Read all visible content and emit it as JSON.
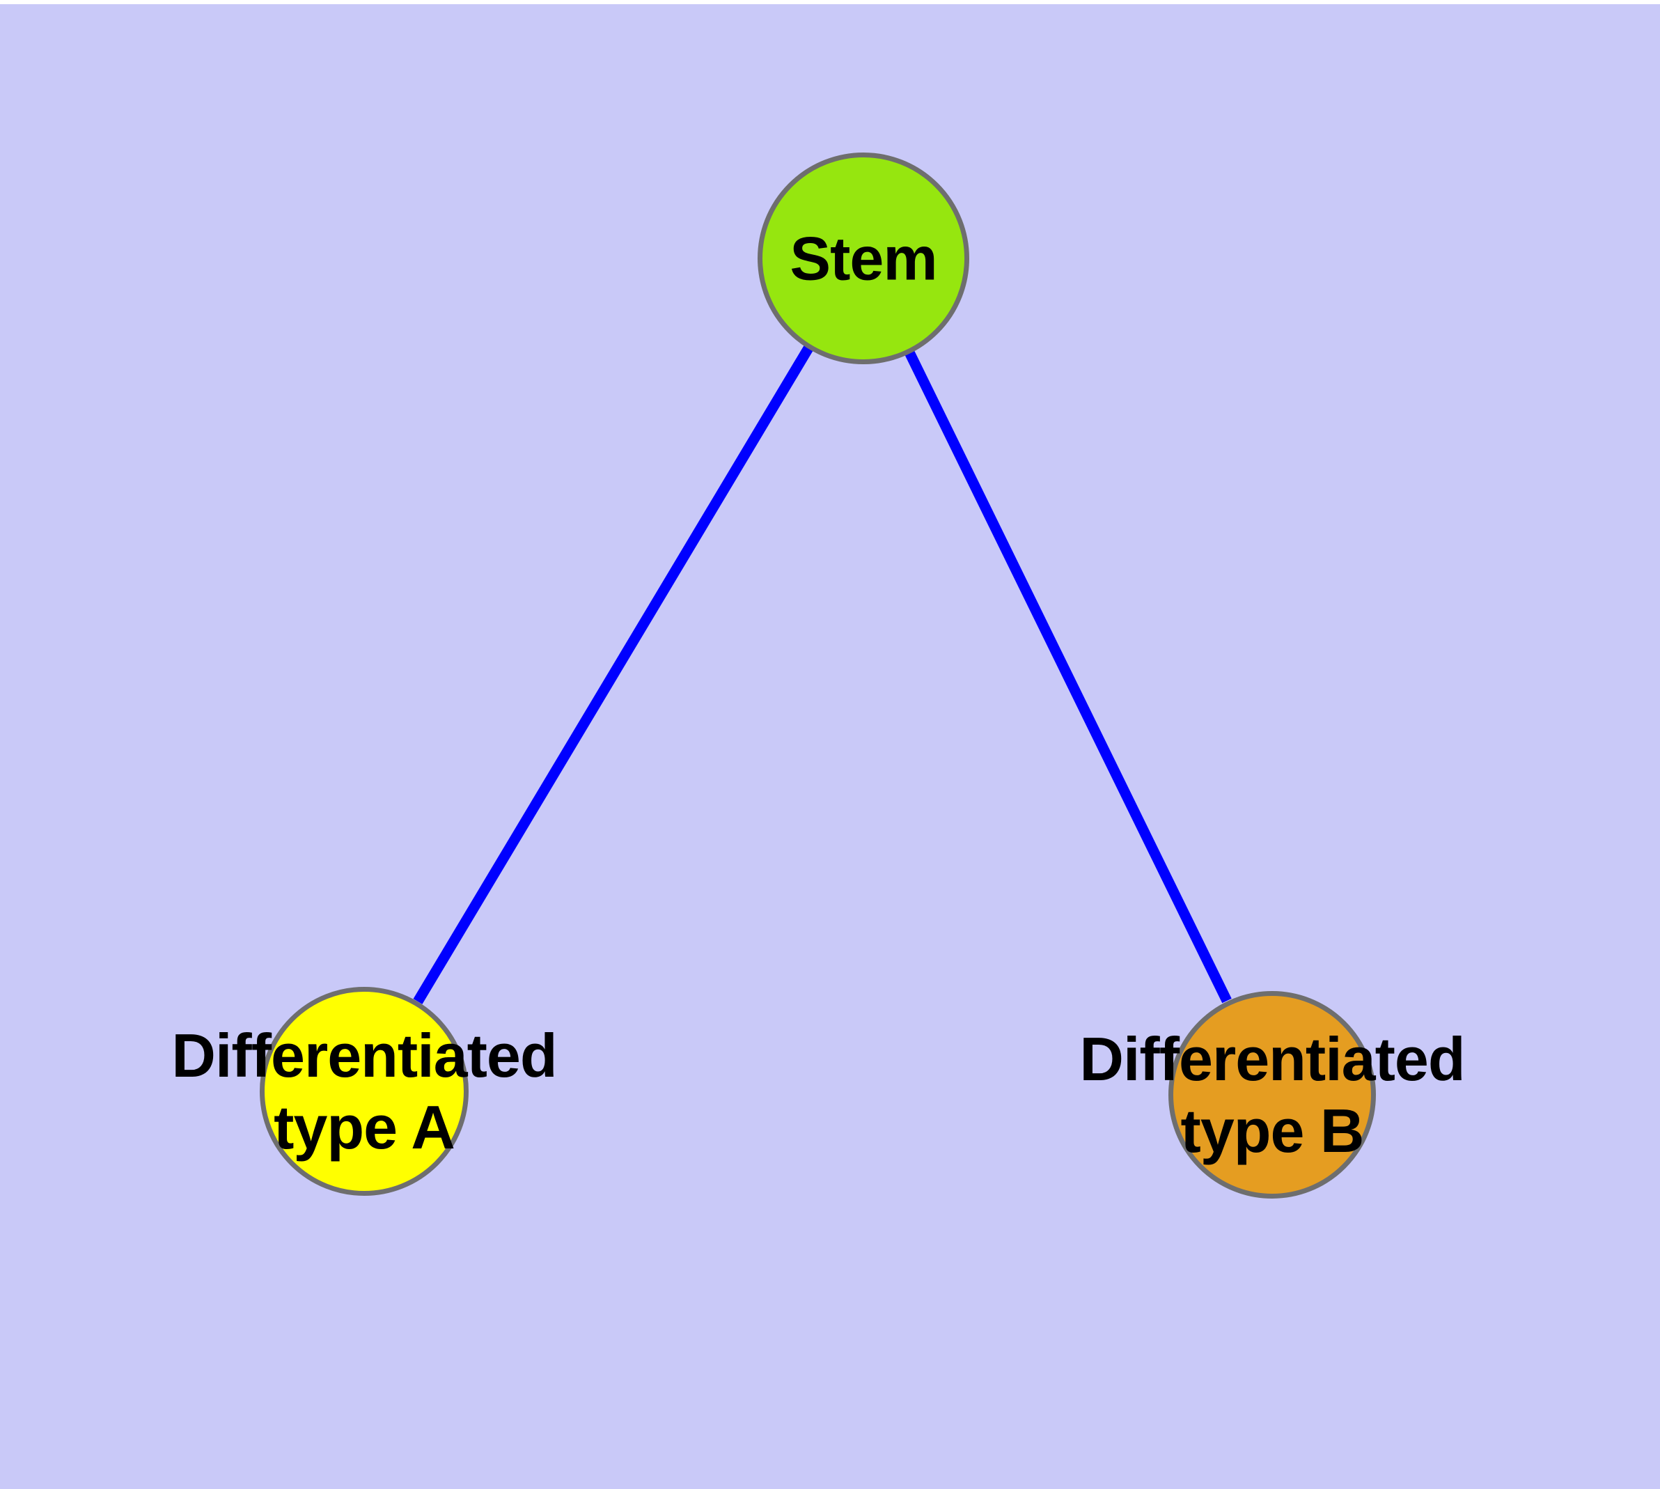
{
  "diagram": {
    "background_color": "#c9c9f8",
    "top_margin_color": "#ffffff",
    "edge_color": "#0000ff",
    "node_border_color": "#6e6e6e",
    "label_color": "#000000",
    "nodes": [
      {
        "id": "stem",
        "label": "Stem",
        "fill": "#96e60f"
      },
      {
        "id": "type-a",
        "label": "Differentiated\ntype A",
        "fill": "#ffff00"
      },
      {
        "id": "type-b",
        "label": "Differentiated\ntype B",
        "fill": "#e59d21"
      }
    ],
    "edges": [
      {
        "from": "stem",
        "to": "type-a"
      },
      {
        "from": "stem",
        "to": "type-b"
      }
    ]
  }
}
